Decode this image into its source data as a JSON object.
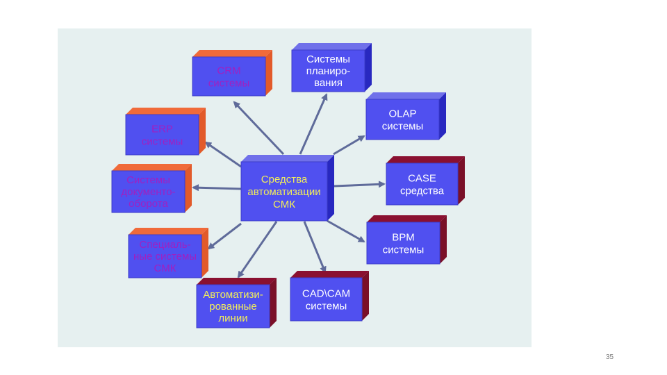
{
  "colors": {
    "panel_bg": "#e6f0f0",
    "box_front": "#5050f0",
    "box_top_blue": "#7070ea",
    "box_side_blue": "#2828c0",
    "box_top_orange": "#f06a3a",
    "box_side_orange": "#e25a2a",
    "box_top_dark_red": "#8a1030",
    "box_side_dark_red": "#7a1028",
    "arrow": "#5f6b9a",
    "text_white": "#ffffff",
    "text_yellow": "#f2ee5a",
    "text_purple": "#a020c0"
  },
  "diagram": {
    "center": {
      "lines": [
        "Средства",
        "автоматизации",
        "СМК"
      ]
    },
    "nodes": [
      {
        "id": "crm",
        "lines": [
          "CRM",
          "системы"
        ]
      },
      {
        "id": "planning",
        "lines": [
          "Системы",
          "планиро-",
          "вания"
        ]
      },
      {
        "id": "olap",
        "lines": [
          "OLAP",
          "системы"
        ]
      },
      {
        "id": "erp",
        "lines": [
          "ERP",
          "системы"
        ]
      },
      {
        "id": "documents",
        "lines": [
          "Системы",
          "документо-",
          "оборота"
        ]
      },
      {
        "id": "case",
        "lines": [
          "CASE",
          "средства"
        ]
      },
      {
        "id": "special",
        "lines": [
          "Специаль-",
          "ные системы",
          "СМК"
        ]
      },
      {
        "id": "bpm",
        "lines": [
          "BPM",
          "системы"
        ]
      },
      {
        "id": "lines",
        "lines": [
          "Автоматизи-",
          "рованные",
          "линии"
        ]
      },
      {
        "id": "cadcam",
        "lines": [
          "CAD\\CAM",
          "системы"
        ]
      }
    ]
  },
  "page_number": "35"
}
